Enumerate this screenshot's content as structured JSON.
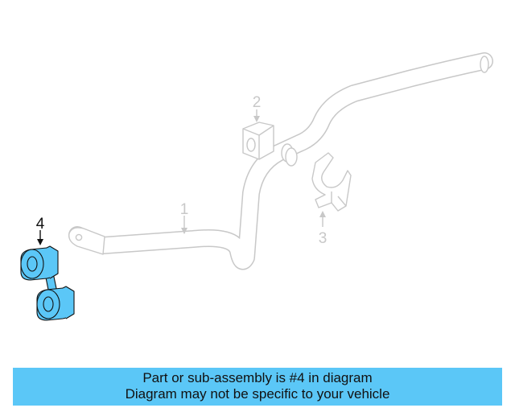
{
  "diagram": {
    "callouts": [
      {
        "id": "1",
        "label": "1"
      },
      {
        "id": "2",
        "label": "2"
      },
      {
        "id": "3",
        "label": "3"
      },
      {
        "id": "4",
        "label": "4"
      }
    ],
    "highlight_color": "#5bc7f7",
    "line_color": "#c8c8c8",
    "highlighted_part": "4"
  },
  "banner": {
    "line1": "Part or sub-assembly is #4 in diagram",
    "line2": "Diagram may not be specific to your vehicle",
    "background": "#5bc7f7"
  }
}
